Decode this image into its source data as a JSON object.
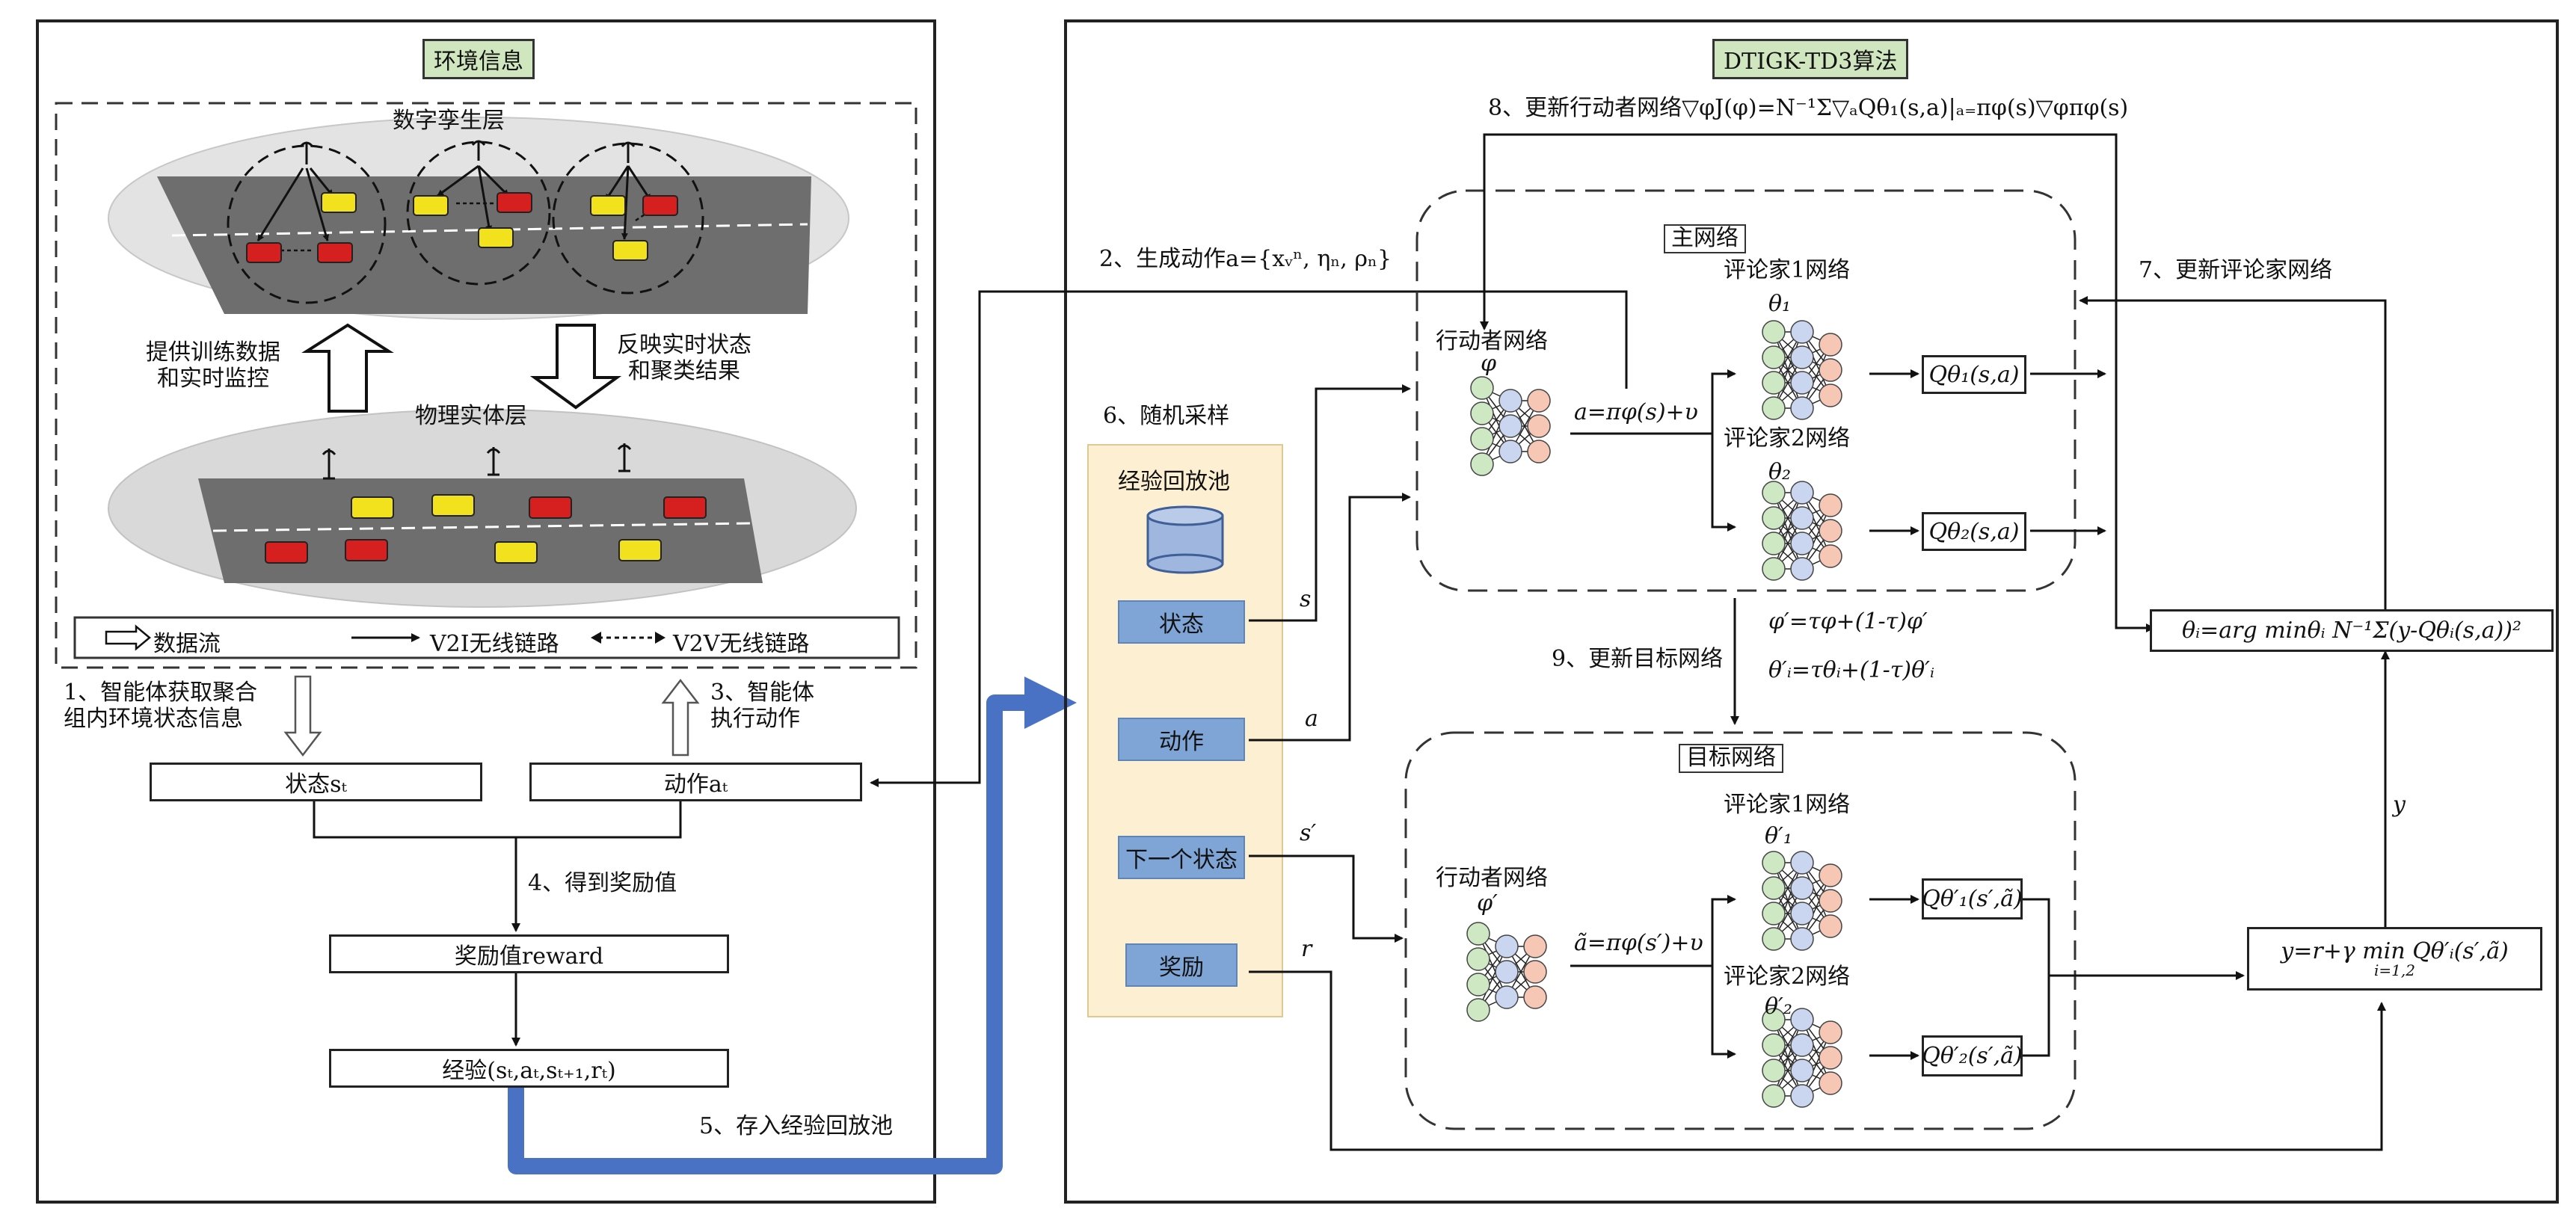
{
  "left": {
    "env_title": "环境信息",
    "twin_layer": "数字孪生层",
    "physical_layer": "物理实体层",
    "provide_text": "提供训练数据\n和实时监控",
    "reflect_text": "反映实时状态\n和聚类结果",
    "legend": {
      "data_flow": "数据流",
      "v2i": "V2I无线链路",
      "v2v": "V2V无线链路"
    },
    "step1": "1、智能体获取聚合\n组内环境状态信息",
    "step3": "3、智能体\n执行动作",
    "state_box": "状态sₜ",
    "action_box": "动作aₜ",
    "step4": "4、得到奖励值",
    "reward_box": "奖励值reward",
    "experience_box": "经验(sₜ,aₜ,sₜ₊₁,rₜ)",
    "step5": "5、存入经验回放池"
  },
  "right": {
    "algo_title": "DTIGK-TD3算法",
    "step8": "8、更新行动者网络▽φJ(φ)=N⁻¹Σ▽ₐQθ₁(s,a)|ₐ₌πφ(s)▽φπφ(s)",
    "step2": "2、生成动作a={xᵥⁿ, ηₙ, ρₙ}",
    "step6": "6、随机采样",
    "replay_pool": "经验回放池",
    "buffer_items": [
      "状态",
      "动作",
      "下一个状态",
      "奖励"
    ],
    "buffer_vars": [
      "s",
      "a",
      "s′",
      "r"
    ],
    "main_net": "主网络",
    "target_net": "目标网络",
    "actor_net": "行动者网络",
    "critic1": "评论家1网络",
    "critic2": "评论家2网络",
    "phi": "φ",
    "phi_prime": "φ′",
    "theta1": "θ₁",
    "theta2": "θ₂",
    "theta1_prime": "θ′₁",
    "theta2_prime": "θ′₂",
    "policy": "a=πφ(s)+υ",
    "target_policy": "ã=πφ(s′)+υ",
    "q1": "Qθ₁(s,a)",
    "q2": "Qθ₂(s,a)",
    "tq1": "Qθ′₁(s′,ã)",
    "tq2": "Qθ′₂(s′,ã)",
    "step7": "7、更新评论家网络",
    "step9": "9、更新目标网络",
    "soft_update1": "φ′=τφ+(1-τ)φ′",
    "soft_update2": "θ′ᵢ=τθᵢ+(1-τ)θ′ᵢ",
    "critic_update": "θᵢ=arg minθᵢ N⁻¹Σ(y-Qθᵢ(s,a))²",
    "target_value": "y=r+γ min Qθ′ᵢ(s′,ã)",
    "target_value_sub": "i=1,2",
    "y_label": "y"
  },
  "colors": {
    "tag_green": "#cfe6bf",
    "buffer_yellow": "#fdf0d2",
    "buffer_blue": "#7fa4d6",
    "flow_blue": "#4a72c4",
    "node_green": "#cfe8c4",
    "node_blue": "#cad5f0",
    "node_red": "#f6c7b5",
    "car_red": "#d62020",
    "car_yellow": "#f2e21e",
    "road_gray": "#6e6e6e"
  }
}
